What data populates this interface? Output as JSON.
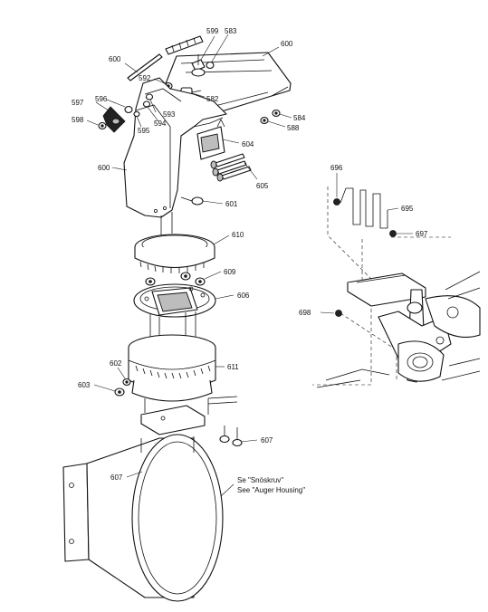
{
  "labels": {
    "p600_top": "600",
    "p600_rod": "600",
    "p600_side": "600",
    "p599": "599",
    "p583": "583",
    "p592": "592",
    "p582": "582",
    "p597": "597",
    "p596": "596",
    "p593": "593",
    "p594": "594",
    "p598": "598",
    "p595": "595",
    "p584": "584",
    "p588": "588",
    "p604": "604",
    "p605": "605",
    "p601": "601",
    "p610": "610",
    "p609": "609",
    "p606": "606",
    "p602": "602",
    "p603": "603",
    "p611": "611",
    "p607_right": "607",
    "p607_left": "607",
    "p696": "696",
    "p695": "695",
    "p697": "697",
    "p698": "698"
  },
  "notes": {
    "line1": "Se \"Snöskruv\"",
    "line2": "See \"Auger Housing\""
  }
}
